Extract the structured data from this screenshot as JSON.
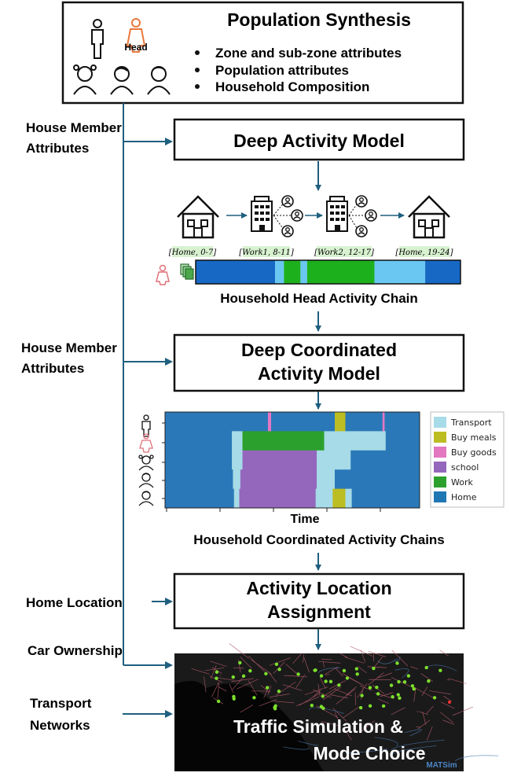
{
  "population": {
    "title": "Population Synthesis",
    "head_label": "Head",
    "bullets": [
      "Zone and sub-zone attributes",
      "Population attributes",
      "Household Composition"
    ]
  },
  "inputs": {
    "member_attrs_1": [
      "House Member",
      "Attributes"
    ],
    "member_attrs_2": [
      "House Member",
      "Attributes"
    ],
    "home_location": "Home Location",
    "car_ownership": "Car Ownership",
    "transport_networks": [
      "Transport",
      "Networks"
    ]
  },
  "boxes": {
    "deep_activity": "Deep Activity Model",
    "deep_coordinated": [
      "Deep Coordinated",
      "Activity Model"
    ],
    "location_assignment": [
      "Activity Location",
      "Assignment"
    ],
    "traffic": [
      "Traffic Simulation &",
      "Mode Choice"
    ],
    "matsim_logo": "MATSim"
  },
  "head_chain": {
    "caption": "Household Head Activity Chain",
    "stage_labels": [
      "[Home, 0-7]",
      "[Work1, 8-11]",
      "[Work2, 12-17]",
      "[Home, 19-24]"
    ],
    "segments": [
      {
        "activity": "Home",
        "start": 0,
        "end": 7.2
      },
      {
        "activity": "Transport",
        "start": 7.2,
        "end": 8.0
      },
      {
        "activity": "Work",
        "start": 8.0,
        "end": 9.5
      },
      {
        "activity": "Transport",
        "start": 9.5,
        "end": 10.1
      },
      {
        "activity": "Work",
        "start": 10.1,
        "end": 16.2
      },
      {
        "activity": "Transport",
        "start": 16.2,
        "end": 20.8
      },
      {
        "activity": "Home",
        "start": 20.8,
        "end": 24
      }
    ]
  },
  "coordinated": {
    "caption": "Household Coordinated Activity Chains",
    "xlabel": "Time",
    "legend": [
      {
        "name": "Transport",
        "color": "#a6dbe7"
      },
      {
        "name": "Buy meals",
        "color": "#bcbd22"
      },
      {
        "name": "Buy goods",
        "color": "#e377c2"
      },
      {
        "name": "school",
        "color": "#9467bd"
      },
      {
        "name": "Work",
        "color": "#2ca02c"
      },
      {
        "name": "Home",
        "color": "#1f77b4"
      }
    ]
  },
  "colors": {
    "Home": "#1768c5",
    "Transport": "#69c7f2",
    "Work": "#1db01d",
    "arrow": "#1f5f7f",
    "box_border": "#111111"
  },
  "chart_data": {
    "type": "heatmap",
    "xlabel": "Time",
    "x_range": [
      0,
      24
    ],
    "rows": [
      {
        "member": "father",
        "segments": [
          {
            "activity": "Home",
            "start": 0,
            "end": 9.7
          },
          {
            "activity": "Buy goods",
            "start": 9.7,
            "end": 10.0
          },
          {
            "activity": "Home",
            "start": 10.0,
            "end": 16.0
          },
          {
            "activity": "Buy meals",
            "start": 16.0,
            "end": 17.0
          },
          {
            "activity": "Home",
            "start": 17.0,
            "end": 20.5
          },
          {
            "activity": "Buy goods",
            "start": 20.5,
            "end": 20.7
          },
          {
            "activity": "Home",
            "start": 20.7,
            "end": 24
          }
        ]
      },
      {
        "member": "head",
        "segments": [
          {
            "activity": "Home",
            "start": 0,
            "end": 6.3
          },
          {
            "activity": "Transport",
            "start": 6.3,
            "end": 7.3
          },
          {
            "activity": "Work",
            "start": 7.3,
            "end": 8.5
          },
          {
            "activity": "Work",
            "start": 8.5,
            "end": 15.0
          },
          {
            "activity": "Transport",
            "start": 15.0,
            "end": 20.8
          },
          {
            "activity": "Home",
            "start": 20.8,
            "end": 24
          }
        ]
      },
      {
        "member": "child 1",
        "segments": [
          {
            "activity": "Home",
            "start": 0,
            "end": 6.3
          },
          {
            "activity": "Transport",
            "start": 6.3,
            "end": 7.3
          },
          {
            "activity": "school",
            "start": 7.3,
            "end": 14.3
          },
          {
            "activity": "Transport",
            "start": 14.3,
            "end": 17.5
          },
          {
            "activity": "Home",
            "start": 17.5,
            "end": 24
          }
        ]
      },
      {
        "member": "child 2",
        "segments": [
          {
            "activity": "Home",
            "start": 0,
            "end": 6.4
          },
          {
            "activity": "Transport",
            "start": 6.4,
            "end": 7.1
          },
          {
            "activity": "school",
            "start": 7.1,
            "end": 14.3
          },
          {
            "activity": "Transport",
            "start": 14.3,
            "end": 16.0
          },
          {
            "activity": "Home",
            "start": 16.0,
            "end": 24
          }
        ]
      },
      {
        "member": "child 3",
        "segments": [
          {
            "activity": "Home",
            "start": 0,
            "end": 6.5
          },
          {
            "activity": "Transport",
            "start": 6.5,
            "end": 7.0
          },
          {
            "activity": "school",
            "start": 7.0,
            "end": 14.2
          },
          {
            "activity": "Transport",
            "start": 14.2,
            "end": 15.8
          },
          {
            "activity": "Buy meals",
            "start": 15.8,
            "end": 17.0
          },
          {
            "activity": "Transport",
            "start": 17.0,
            "end": 17.6
          },
          {
            "activity": "Home",
            "start": 17.6,
            "end": 24
          }
        ]
      }
    ],
    "legend": [
      "Transport",
      "Buy meals",
      "Buy goods",
      "school",
      "Work",
      "Home"
    ]
  }
}
